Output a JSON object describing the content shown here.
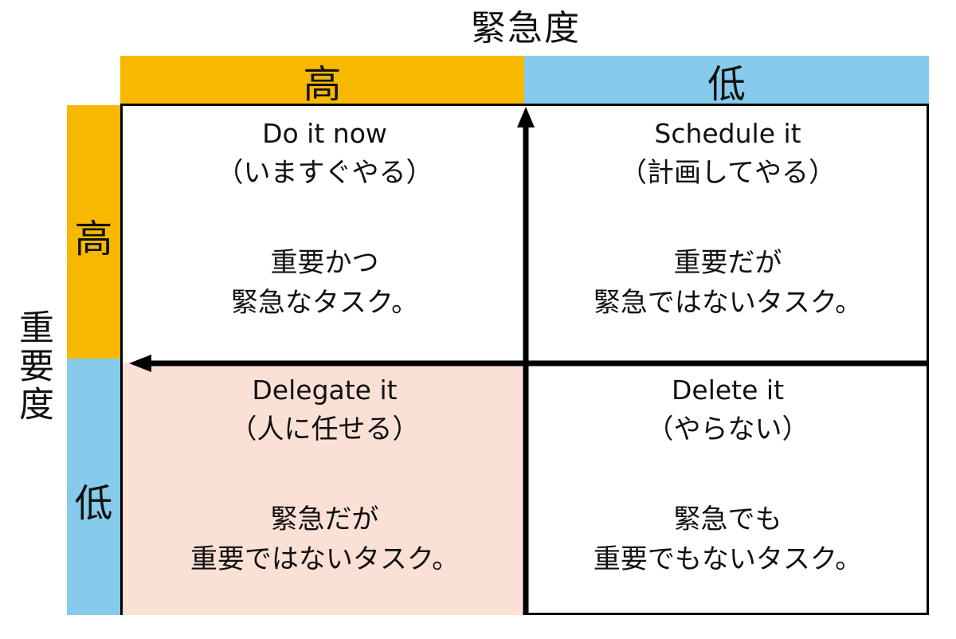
{
  "axes": {
    "x_title": "緊急度",
    "y_title": "重要度",
    "x_high": "高",
    "x_low": "低",
    "y_high": "高",
    "y_low": "低"
  },
  "colors": {
    "high": "#f8b800",
    "low": "#86cbeb",
    "delegate_fill": "#fbe0d6",
    "border": "#000000"
  },
  "quadrants": [
    {
      "title": "Do it now",
      "subtitle": "（いますぐやる）",
      "desc_line1": "重要かつ",
      "desc_line2": "緊急なタスク。"
    },
    {
      "title": "Schedule it",
      "subtitle": "（計画してやる）",
      "desc_line1": "重要だが",
      "desc_line2": "緊急ではないタスク。"
    },
    {
      "title": "Delegate it",
      "subtitle": "（人に任せる）",
      "desc_line1": "緊急だが",
      "desc_line2": "重要ではないタスク。"
    },
    {
      "title": "Delete it",
      "subtitle": "（やらない）",
      "desc_line1": "緊急でも",
      "desc_line2": "重要でもないタスク。"
    }
  ]
}
